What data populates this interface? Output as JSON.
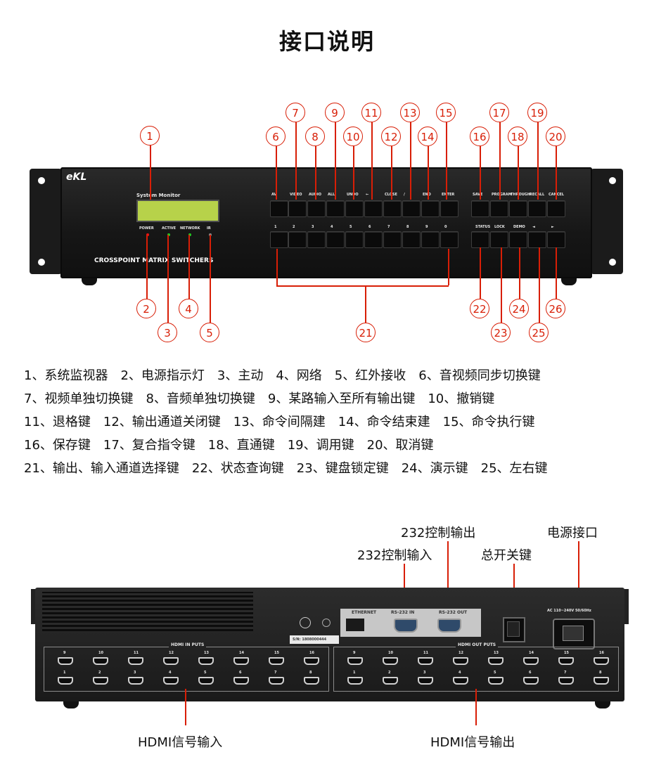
{
  "title": "接口说明",
  "front_panel": {
    "logo": "eKL",
    "display_label": "System Monitor",
    "banner": "CROSSPOINT MATRIX SWITCHERS",
    "indicators": [
      "POWER",
      "ACTIVE",
      "NETWORK",
      "IR"
    ],
    "top_keys": [
      "AV",
      "VIDEO",
      "AUDIO",
      "ALL",
      "UNDO",
      "←",
      "CLOSE",
      "/",
      "END",
      "ENTER",
      "SAVE",
      "PROGRAM",
      "THROUGH",
      "RECALL",
      "CANCEL"
    ],
    "bottom_keys": [
      "1",
      "2",
      "3",
      "4",
      "5",
      "6",
      "7",
      "8",
      "9",
      "0",
      "STATUS",
      "LOCK",
      "DEMO",
      "◄",
      "►"
    ],
    "colors": {
      "callout": "#d81e06",
      "lcd": "#b7d24a"
    }
  },
  "callouts": [
    "1",
    "2",
    "3",
    "4",
    "5",
    "6",
    "7",
    "8",
    "9",
    "10",
    "11",
    "12",
    "13",
    "14",
    "15",
    "16",
    "17",
    "18",
    "19",
    "20",
    "21",
    "22",
    "23",
    "24",
    "25",
    "26"
  ],
  "descriptions": [
    "1、系统监视器　2、电源指示灯　3、主动　4、网络　5、红外接收　6、音视频同步切换键",
    " 7、视频单独切换键　8、音频单独切换键　9、某路输入至所有输出键　10、撤销键",
    "11、退格键　12、输出通道关闭键　13、命令间隔建　14、命令结束建　15、命令执行键",
    "16、保存键　17、复合指令键　18、直通键　19、调用键　20、取消键",
    "21、输出、输入通道选择键　22、状态查询键　23、键盘锁定键　24、演示键　25、左右键"
  ],
  "rear_panel": {
    "labels": {
      "rs232_out": "232控制输出",
      "power_port": "电源接口",
      "rs232_in": "232控制输入",
      "main_switch": "总开关键",
      "hdmi_in": "HDMI信号输入",
      "hdmi_out": "HDMI信号输出"
    },
    "group_titles": {
      "in": "HDMI IN PUTS",
      "out": "HDMI OUT PUTS"
    },
    "port_numbers_top": [
      "9",
      "10",
      "11",
      "12",
      "13",
      "14",
      "15",
      "16"
    ],
    "port_numbers_bottom": [
      "1",
      "2",
      "3",
      "4",
      "5",
      "6",
      "7",
      "8"
    ],
    "plate_labels": [
      "ETHERNET",
      "RS-232 IN",
      "RS-232 OUT"
    ],
    "power_rating": "AC 110~240V 50/60Hz",
    "serial": "S/N: 1808000444"
  }
}
